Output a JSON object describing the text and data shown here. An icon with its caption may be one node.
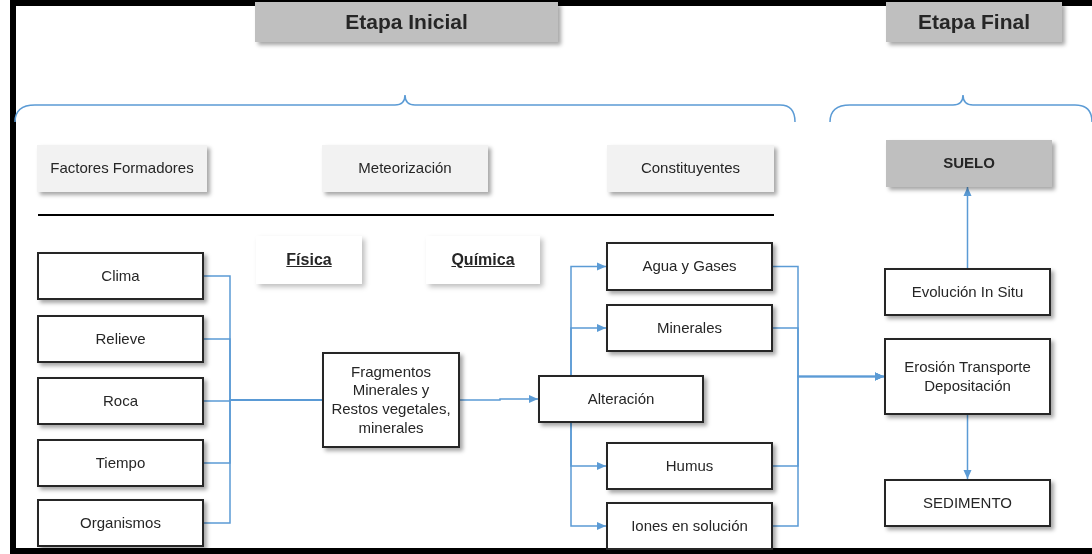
{
  "diagram": {
    "nodes": [
      {
        "text": [
          "Etapa Inicial"
        ]
      },
      {
        "text": [
          "Etapa Final"
        ]
      },
      {
        "text": [
          "Factores Formadores"
        ]
      },
      {
        "text": [
          "Meteorización"
        ]
      },
      {
        "text": [
          "Constituyentes"
        ]
      },
      {
        "text": [
          "SUELO"
        ]
      },
      {
        "text": [
          "Física"
        ]
      },
      {
        "text": [
          "Química"
        ]
      },
      {
        "text": [
          "Clima"
        ]
      },
      {
        "text": [
          "Relieve"
        ]
      },
      {
        "text": [
          "Roca"
        ]
      },
      {
        "text": [
          "Tiempo"
        ]
      },
      {
        "text": [
          "Organismos"
        ]
      },
      {
        "text": [
          "Fragmentos Minerales y Restos vegetales, minerales"
        ]
      },
      {
        "text": [
          "Alteración"
        ]
      },
      {
        "text": [
          "Agua y Gases"
        ]
      },
      {
        "text": [
          "Minerales"
        ]
      },
      {
        "text": [
          "Humus"
        ]
      },
      {
        "text": [
          "Iones en solución"
        ]
      },
      {
        "text": [
          "Evolución In Situ"
        ]
      },
      {
        "text": [
          "Erosión Transporte Depositación"
        ]
      },
      {
        "text": [
          "SEDIMENTO"
        ]
      }
    ],
    "edges": [
      {
        "from": 8,
        "to": 13,
        "arrow": "none"
      },
      {
        "from": 9,
        "to": 13,
        "arrow": "none"
      },
      {
        "from": 10,
        "to": 13,
        "arrow": "none"
      },
      {
        "from": 11,
        "to": 13,
        "arrow": "none"
      },
      {
        "from": 12,
        "to": 13,
        "arrow": "none"
      },
      {
        "from": 13,
        "to": 14,
        "arrow": "to"
      },
      {
        "from": 14,
        "to": 15,
        "arrow": "to"
      },
      {
        "from": 14,
        "to": 16,
        "arrow": "to"
      },
      {
        "from": 14,
        "to": 17,
        "arrow": "to"
      },
      {
        "from": 14,
        "to": 18,
        "arrow": "to"
      },
      {
        "from": 15,
        "to": 20,
        "arrow": "to"
      },
      {
        "from": 16,
        "to": 20,
        "arrow": "to"
      },
      {
        "from": 17,
        "to": 20,
        "arrow": "to"
      },
      {
        "from": 18,
        "to": 20,
        "arrow": "to"
      },
      {
        "from": 19,
        "to": 5,
        "arrow": "to"
      },
      {
        "from": 20,
        "to": 21,
        "arrow": "to"
      }
    ]
  }
}
